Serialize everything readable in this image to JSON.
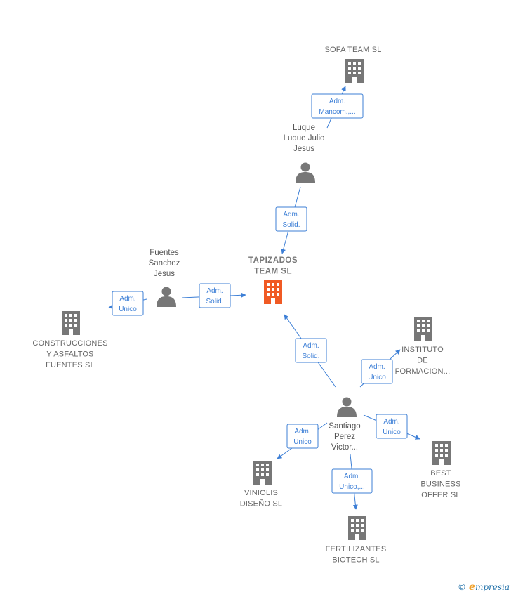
{
  "colors": {
    "edge": "#3d7fd6",
    "icon": "#777777",
    "focus": "#f05a24"
  },
  "nodes": [
    {
      "id": "tapizados",
      "type": "company",
      "focus": true,
      "lines": [
        "TAPIZADOS",
        "TEAM  SL"
      ]
    },
    {
      "id": "sofa",
      "type": "company",
      "lines": [
        "SOFA TEAM SL"
      ]
    },
    {
      "id": "luque",
      "type": "person",
      "lines": [
        "Luque",
        "Luque Julio",
        "Jesus"
      ]
    },
    {
      "id": "fuentes",
      "type": "person",
      "lines": [
        "Fuentes",
        "Sanchez",
        "Jesus"
      ]
    },
    {
      "id": "construcciones",
      "type": "company",
      "lines": [
        "CONSTRUCCIONES",
        "Y ASFALTOS",
        "FUENTES SL"
      ]
    },
    {
      "id": "santiago",
      "type": "person",
      "lines": [
        "Santiago",
        "Perez",
        "Victor..."
      ]
    },
    {
      "id": "instituto",
      "type": "company",
      "lines": [
        "INSTITUTO",
        "DE",
        "FORMACION..."
      ]
    },
    {
      "id": "best",
      "type": "company",
      "lines": [
        "BEST",
        "BUSINESS",
        "OFFER  SL"
      ]
    },
    {
      "id": "viniolis",
      "type": "company",
      "lines": [
        "VINIOLIS",
        "DISEÑO SL"
      ]
    },
    {
      "id": "fertilizantes",
      "type": "company",
      "lines": [
        "FERTILIZANTES",
        "BIOTECH  SL"
      ]
    }
  ],
  "edges": [
    {
      "from": "luque",
      "to": "sofa",
      "label": [
        "Adm.",
        "Mancom.,..."
      ]
    },
    {
      "from": "luque",
      "to": "tapizados",
      "label": [
        "Adm.",
        "Solid."
      ]
    },
    {
      "from": "fuentes",
      "to": "tapizados",
      "label": [
        "Adm.",
        "Solid."
      ]
    },
    {
      "from": "fuentes",
      "to": "construcciones",
      "label": [
        "Adm.",
        "Unico"
      ]
    },
    {
      "from": "santiago",
      "to": "tapizados",
      "label": [
        "Adm.",
        "Solid."
      ]
    },
    {
      "from": "santiago",
      "to": "instituto",
      "label": [
        "Adm.",
        "Unico"
      ]
    },
    {
      "from": "santiago",
      "to": "best",
      "label": [
        "Adm.",
        "Unico"
      ]
    },
    {
      "from": "santiago",
      "to": "viniolis",
      "label": [
        "Adm.",
        "Unico"
      ]
    },
    {
      "from": "santiago",
      "to": "fertilizantes",
      "label": [
        "Adm.",
        "Unico,..."
      ]
    }
  ],
  "footer": {
    "copyright": "©",
    "brand_initial": "e",
    "brand_rest": "mpresia"
  }
}
